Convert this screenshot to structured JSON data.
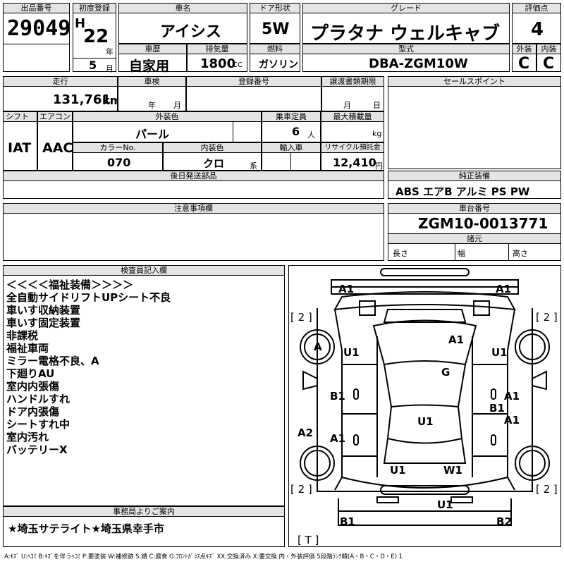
{
  "header": {
    "lot_label": "出品番号",
    "lot_number": "29049",
    "reg_label": "初度登録",
    "era": "H",
    "year": "22",
    "year_unit": "年",
    "month": "5",
    "month_unit": "月",
    "model_label": "車名",
    "model": "アイシス",
    "door_label": "ドア形状",
    "door": "5W",
    "grade_label": "グレード",
    "grade": "プラタナ ウェルキャブ",
    "score_label": "評価点",
    "score": "4",
    "history_label": "車歴",
    "history": "自家用",
    "cc_label": "排気量",
    "cc": "1800",
    "cc_unit": "CC",
    "fuel_label": "燃料",
    "fuel": "ガソリン",
    "type_label": "型式",
    "type": "DBA-ZGM10W",
    "ext_label": "外装",
    "ext": "C",
    "int_label": "内装",
    "int": "C"
  },
  "row2": {
    "mileage_label": "走行",
    "mileage": "131,761",
    "mileage_unit": "km",
    "inspection_label": "車検",
    "insp_year_unit": "年",
    "insp_month_unit": "月",
    "plate_label": "登録番号",
    "transfer_label": "譲渡書類期限",
    "tr_month_unit": "月",
    "tr_day_unit": "日",
    "sales_label": "セールスポイント",
    "shift_label": "シフト",
    "shift": "IAT",
    "ac_label": "エアコン",
    "ac": "AAC",
    "color_label": "外装色",
    "color": "パール",
    "capacity_label": "乗車定員",
    "capacity": "6",
    "capacity_unit": "人",
    "load_label": "最大積載量",
    "load_unit": "kg",
    "colorno_label": "カラーNo.",
    "colorno": "070",
    "intcolor_label": "内装色",
    "intcolor": "クロ",
    "intcolor_unit": "系",
    "import_label": "輸入車",
    "recycle_label": "リサイクル預託金",
    "recycle": "12,410",
    "recycle_unit": "円",
    "later_label": "後日発送部品",
    "equip_label": "純正装備",
    "equip": "ABS エアB アルミ PS PW"
  },
  "row3": {
    "caution_label": "注意事項欄",
    "chassis_label": "車台番号",
    "chassis": "ZGM10-0013771",
    "dims_label": "諸元",
    "length_label": "長さ",
    "width_label": "幅",
    "height_label": "高さ"
  },
  "inspector": {
    "label": "検査員記入欄",
    "lines": [
      "＜＜＜＜福祉装備＞＞＞＞",
      "全自動サイドリフトUPシート不良",
      "車いす収納装置",
      "車いす固定装置",
      "非課税",
      "福祉車両",
      "ミラー電格不良、A",
      "下廻りAU",
      "室内内張傷",
      "ハンドルすれ",
      "ドア内張傷",
      "シートすれ中",
      "室内汚れ",
      "バッテリーX"
    ]
  },
  "office": {
    "label": "事務局よりご案内",
    "text": "★埼玉サテライト★埼玉県幸手市"
  },
  "diagram": {
    "marks": {
      "fl_bumper": "A1",
      "fr_bumper": "A1",
      "bracket_l": "[ 2 ]",
      "bracket_r": "[ 2 ]",
      "tire_fl": "A",
      "u1_l": "U1",
      "a1_hood": "A1",
      "u1_r": "U1",
      "g_glass": "G",
      "b1_l": "B1",
      "a1_r1": "A1",
      "b1_r": "B1",
      "a1_r2": "A1",
      "u1_roof": "U1",
      "a2_l": "A2",
      "a1_l": "A1",
      "u1_rear": "U1",
      "w1_rear": "W1",
      "bracket_lb": "[ 2 ]",
      "bracket_rb": "[ 2 ]",
      "u1_bumper": "U1",
      "b1_bottom": "B1",
      "b2_bottom": "B2",
      "bracket_t": "[ T ]"
    }
  },
  "legend": "A:ｷｽﾞ U:ﾍｺﾐ B:ｷｽﾞを伴うﾍｺﾐ P:要塗装 W:補修跡 S:錆 C:腐食 G:ﾌﾛﾝﾄｶﾞﾗｽ点ｷｽﾞ XX:交換済み X:要交換 内・外装評価 5段階ﾗﾝｸ順(A・B・C・D・E) 1"
}
